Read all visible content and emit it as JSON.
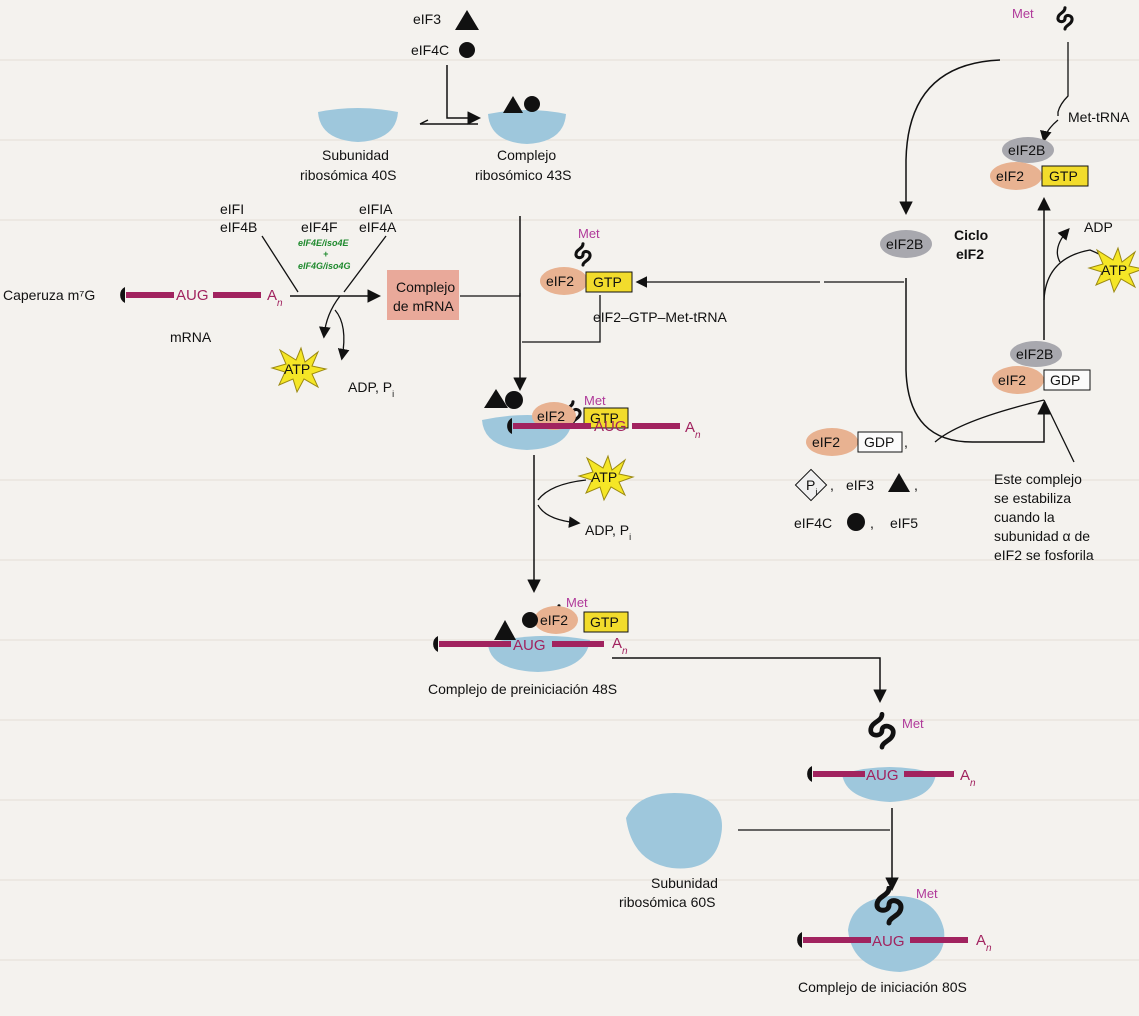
{
  "labels": {
    "eif3": "eIF3",
    "eif4c": "eIF4C",
    "sub40s_1": "Subunidad",
    "sub40s_2": "ribosómica 40S",
    "c43s_1": "Complejo",
    "c43s_2": "ribosómico 43S",
    "eifi": "eIFI",
    "eif4b": "eIF4B",
    "eif4f": "eIF4F",
    "eifia": "eIFIA",
    "eif4a": "eIF4A",
    "green_1": "eIF4E/iso4E",
    "green_plus": "+",
    "green_2": "eIF4G/iso4G",
    "cap": "Caperuza m⁷G",
    "aug": "AUG",
    "an": "A",
    "an_sub": "n",
    "mrna": "mRNA",
    "cmrna_1": "Complejo",
    "cmrna_2": "de mRNA",
    "atp": "ATP",
    "adp_pi": "ADP, P",
    "pi_sub": "i",
    "met": "Met",
    "eif2": "eIF2",
    "gtp": "GTP",
    "gdp": "GDP",
    "ternary": "eIF2–GTP–Met-tRNA",
    "c48s": "Complejo de preiniciación 48S",
    "sub60s_1": "Subunidad",
    "sub60s_2": "ribosómica 60S",
    "c80s": "Complejo de iniciación 80S",
    "eif2b": "eIF2B",
    "ciclo_1": "Ciclo",
    "ciclo_2": "eIF2",
    "adp": "ADP",
    "met_trna": "Met-tRNA",
    "pi": "P",
    "eif5": "eIF5",
    "note_1": "Este complejo",
    "note_2": "se estabiliza",
    "note_3": "cuando la",
    "note_4": "subunidad α de",
    "note_5": "eIF2 se fosforila"
  },
  "colors": {
    "ribosome": "#9ec7dc",
    "eif2": "#e8b291",
    "eif2b": "#a8a8ae",
    "gtp": "#f2dc2c",
    "mrna": "#a1235f",
    "atp_star": "#f5e626",
    "complex_box": "#e9a99a"
  }
}
